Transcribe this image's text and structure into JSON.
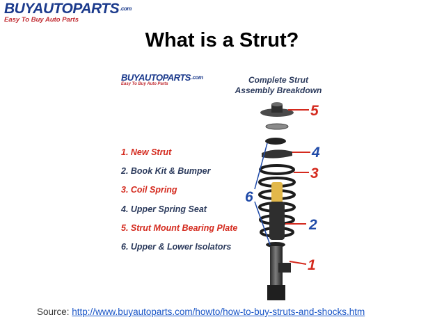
{
  "header_logo": {
    "brand": "BUYAUTOPARTS",
    "domain": ".com",
    "tagline": "Easy To Buy Auto Parts"
  },
  "slide": {
    "title": "What is a Strut?"
  },
  "figure": {
    "logo": {
      "brand": "BUYAUTOPARTS",
      "domain": ".com",
      "tagline": "Easy To Buy Auto Parts"
    },
    "heading_line1": "Complete Strut",
    "heading_line2": "Assembly Breakdown",
    "parts": [
      {
        "label": "1. New Strut",
        "color": "#d42a1e"
      },
      {
        "label": "2. Book Kit & Bumper",
        "color": "#2b3a5c"
      },
      {
        "label": "3. Coil Spring",
        "color": "#d42a1e"
      },
      {
        "label": "4. Upper Spring Seat",
        "color": "#2b3a5c"
      },
      {
        "label": "5. Strut Mount Bearing Plate",
        "color": "#d42a1e"
      },
      {
        "label": "6. Upper & Lower Isolators",
        "color": "#2b3a5c"
      }
    ],
    "callouts": [
      "5",
      "4",
      "3",
      "6",
      "2",
      "1"
    ]
  },
  "source": {
    "prefix": "Source: ",
    "link_text": "http://www.buyautoparts.com/howto/how-to-buy-struts-and-shocks.htm"
  },
  "colors": {
    "brand_blue": "#1b3a8c",
    "accent_red": "#d42a1e",
    "navy_text": "#2b3a5c",
    "link": "#1a56c7"
  }
}
